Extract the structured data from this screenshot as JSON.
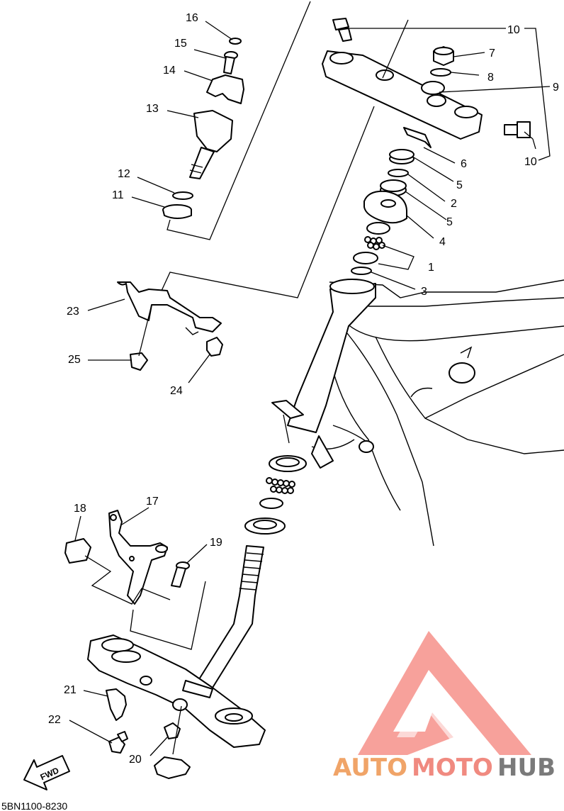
{
  "diagram_code": "5BN1100-8230",
  "fwd_label": "FWD",
  "watermark": {
    "auto": "AUTO",
    "moto": "MOTO",
    "hub": "HUB",
    "colors": {
      "auto": "#f0a468",
      "moto": "#f08a80",
      "hub": "#7a7a7a",
      "logo": "#f4827a"
    }
  },
  "callouts": {
    "c1": "1",
    "c2": "2",
    "c3": "3",
    "c4": "4",
    "c5a": "5",
    "c5b": "5",
    "c6": "6",
    "c7": "7",
    "c8": "8",
    "c9": "9",
    "c10a": "10",
    "c10b": "10",
    "c11": "11",
    "c12": "12",
    "c13": "13",
    "c14": "14",
    "c15": "15",
    "c16": "16",
    "c17": "17",
    "c18": "18",
    "c19": "19",
    "c20": "20",
    "c21": "21",
    "c22": "22",
    "c23": "23",
    "c24": "24",
    "c25": "25"
  }
}
